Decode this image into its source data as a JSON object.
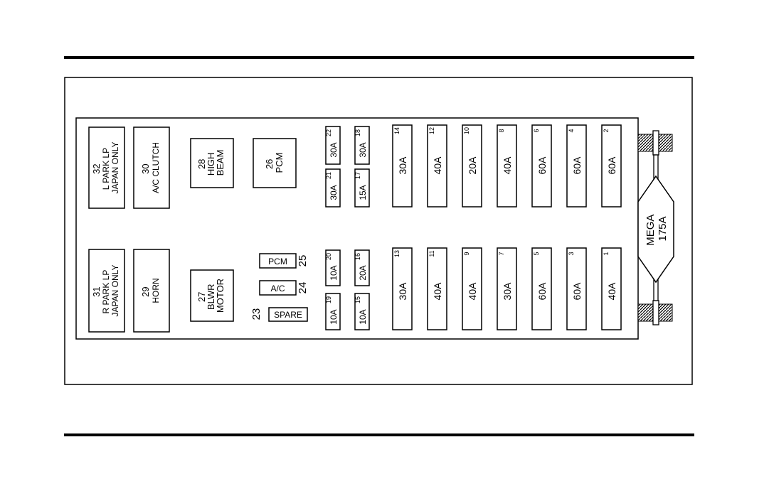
{
  "colors": {
    "ink": "#000000",
    "paper": "#ffffff"
  },
  "relays": [
    {
      "id": "r32",
      "lines": [
        "32",
        "L PARK LP",
        "JAPAN ONLY"
      ]
    },
    {
      "id": "r30",
      "lines": [
        "30",
        "A/C CLUTCH"
      ]
    },
    {
      "id": "r31",
      "lines": [
        "31",
        "R PARK LP",
        "JAPAN ONLY"
      ]
    },
    {
      "id": "r29",
      "lines": [
        "29",
        "HORN"
      ]
    },
    {
      "id": "r28",
      "lines": [
        "28",
        "HIGH",
        "BEAM"
      ]
    },
    {
      "id": "r26",
      "lines": [
        "26",
        "PCM"
      ]
    },
    {
      "id": "r27",
      "lines": [
        "27",
        "BLWR",
        "MOTOR"
      ]
    }
  ],
  "diodes": [
    {
      "id": "d25",
      "label": "PCM",
      "number": "25"
    },
    {
      "id": "d24",
      "label": "A/C",
      "number": "24"
    },
    {
      "id": "d23",
      "label": "SPARE",
      "number": "23"
    }
  ],
  "mini_fuses": [
    {
      "number": "22",
      "rating": "30A"
    },
    {
      "number": "18",
      "rating": "30A"
    },
    {
      "number": "21",
      "rating": "30A"
    },
    {
      "number": "17",
      "rating": "15A"
    },
    {
      "number": "20",
      "rating": "10A"
    },
    {
      "number": "16",
      "rating": "20A"
    },
    {
      "number": "19",
      "rating": "10A"
    },
    {
      "number": "15",
      "rating": "10A"
    }
  ],
  "maxi_fuses": [
    {
      "number": "14",
      "rating": "30A"
    },
    {
      "number": "12",
      "rating": "40A"
    },
    {
      "number": "10",
      "rating": "20A"
    },
    {
      "number": "8",
      "rating": "40A"
    },
    {
      "number": "6",
      "rating": "60A"
    },
    {
      "number": "4",
      "rating": "60A"
    },
    {
      "number": "2",
      "rating": "60A"
    },
    {
      "number": "13",
      "rating": "30A"
    },
    {
      "number": "11",
      "rating": "40A"
    },
    {
      "number": "9",
      "rating": "40A"
    },
    {
      "number": "7",
      "rating": "30A"
    },
    {
      "number": "5",
      "rating": "60A"
    },
    {
      "number": "3",
      "rating": "60A"
    },
    {
      "number": "1",
      "rating": "40A"
    }
  ],
  "mega_fuse": {
    "lines": [
      "MEGA",
      "175A"
    ]
  }
}
